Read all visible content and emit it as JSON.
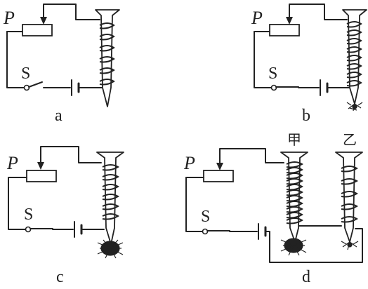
{
  "panels": [
    {
      "caption": "a",
      "rheostat_label": "P",
      "switch_label": "S",
      "filings": "none"
    },
    {
      "caption": "b",
      "rheostat_label": "P",
      "switch_label": "S",
      "filings": "few"
    },
    {
      "caption": "c",
      "rheostat_label": "P",
      "switch_label": "S",
      "filings": "many"
    },
    {
      "caption": "d",
      "rheostat_label": "P",
      "switch_label": "S",
      "filings": "two-nails",
      "nail_labels": [
        "甲",
        "乙"
      ]
    }
  ]
}
